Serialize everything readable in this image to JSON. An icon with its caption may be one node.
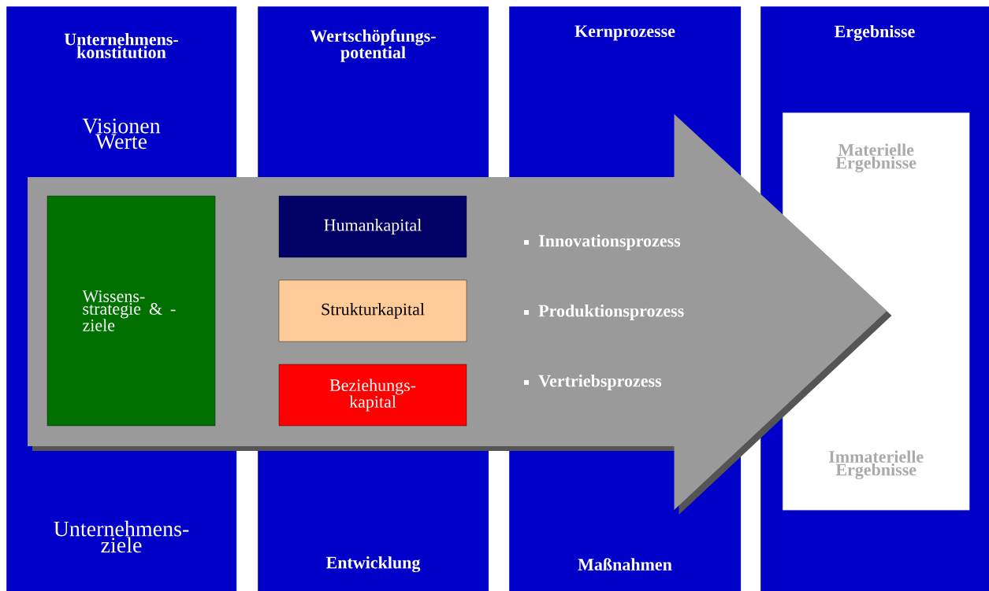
{
  "diagram": {
    "nodes": [
      {
        "text": [
          "Unternehmens- konstitution",
          "Visionen Werte",
          "Unternehmens- ziele"
        ]
      },
      {
        "text": [
          "Wertschöpfungs- potential",
          "Entwicklung"
        ]
      },
      {
        "text": [
          "Kernprozesse",
          "Maßnahmen"
        ]
      },
      {
        "text": [
          "Ergebnisse"
        ]
      },
      {
        "text": [
          "Materielle Ergebnisse",
          "Immaterielle Ergebnisse"
        ],
        "in": 3
      },
      {
        "text": [
          "Wissens- strategie & -ziele"
        ],
        "in": 0
      },
      {
        "text": [
          "Humankapital"
        ],
        "in": 1
      },
      {
        "text": [
          "Strukturkapital"
        ],
        "in": 1
      },
      {
        "text": [
          "Beziehungs- kapital"
        ],
        "in": 1
      }
    ],
    "edges": [
      {
        "from": 0,
        "to": 4,
        "arrow": "to",
        "style": "thick"
      }
    ],
    "labels": [
      "Innovationsprozess",
      "Produktionsprozess",
      "Vertriebsprozess"
    ]
  }
}
